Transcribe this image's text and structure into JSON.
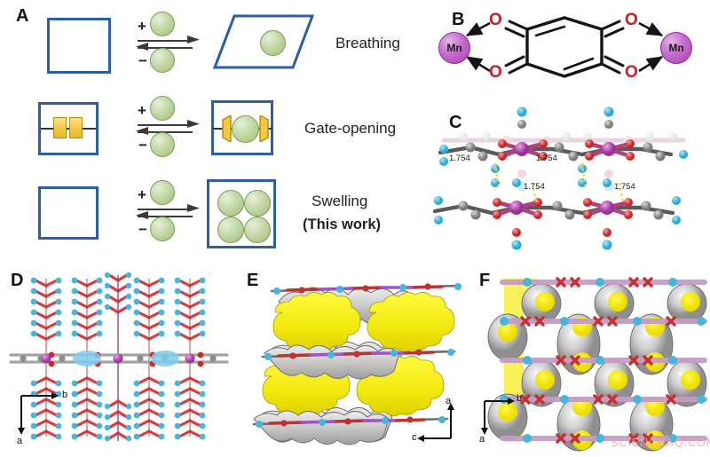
{
  "figure": {
    "panels": [
      "A",
      "B",
      "C",
      "D",
      "E",
      "F"
    ],
    "watermark": "SCIENCEAQ.COM"
  },
  "panel_a": {
    "letter": "A",
    "rows": [
      {
        "label": "Breathing",
        "sublabel": "",
        "plus": "+",
        "minus": "−",
        "left_shape": "square",
        "right_shape": "rhombus",
        "guest_count": 1
      },
      {
        "label": "Gate-opening",
        "sublabel": "",
        "plus": "+",
        "minus": "−",
        "left_shape": "square-with-closed-gate",
        "right_shape": "square-with-open-gate",
        "guest_count": 1
      },
      {
        "label": "Swelling",
        "sublabel": "(This work)",
        "plus": "+",
        "minus": "−",
        "left_shape": "square",
        "right_shape": "large-square",
        "guest_count": 4
      }
    ]
  },
  "panel_b": {
    "letter": "B",
    "metal_left": "Mn",
    "metal_right": "Mn",
    "oxygens": [
      "O",
      "O",
      "O",
      "O"
    ],
    "ligand": "quinone-bridging-ligand"
  },
  "panel_c": {
    "letter": "C",
    "distances": [
      "1.754",
      "1.754",
      "1.754",
      "1.754"
    ],
    "description": "layered-coordination-framework"
  },
  "panel_d": {
    "letter": "D",
    "axis_horizontal": "b",
    "axis_vertical": "a"
  },
  "panel_e": {
    "letter": "E",
    "axis_vertical": "a",
    "axis_horizontal": "c"
  },
  "panel_f": {
    "letter": "F",
    "axis_horizontal": "b",
    "axis_vertical": "a"
  },
  "colors": {
    "frame_blue": "#2c5ea8",
    "guest_green": "#b6cf92",
    "gate_yellow": "#f2c843",
    "manganese_purple": "#c86fd0",
    "oxygen_red": "#c0282d",
    "pore_yellow": "#f5ea12",
    "watermark_pink": "#f0a9a9"
  }
}
